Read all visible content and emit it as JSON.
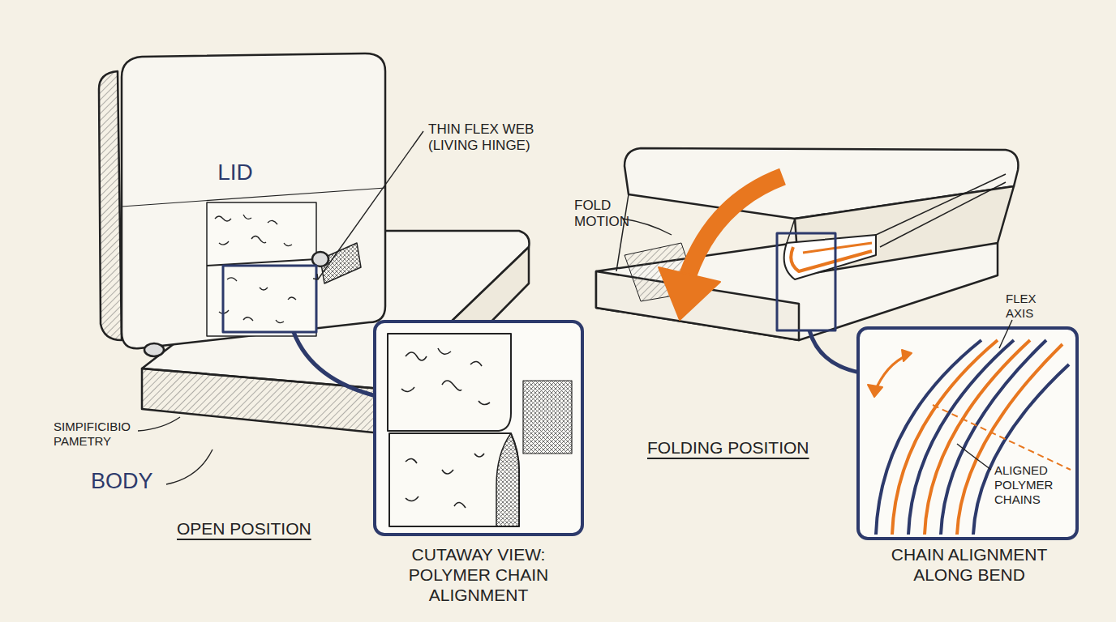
{
  "diagram": {
    "nodes": [
      {
        "text": [
          "LID"
        ]
      }
    ],
    "labels": [
      "THIN FLEX WEB (LIVING HINGE)",
      "SIMPIFICIBIO PAMETRY",
      "BODY",
      "OPEN POSITION",
      "CUTAWAY VIEW: POLYMER CHAIN ALIGNMENT",
      "FOLD MOTION",
      "FOLDING POSITION",
      "FLEX AXIS",
      "ALIGNED POLYMER CHAINS",
      "CHAIN ALIGNMENT ALONG BEND"
    ]
  }
}
